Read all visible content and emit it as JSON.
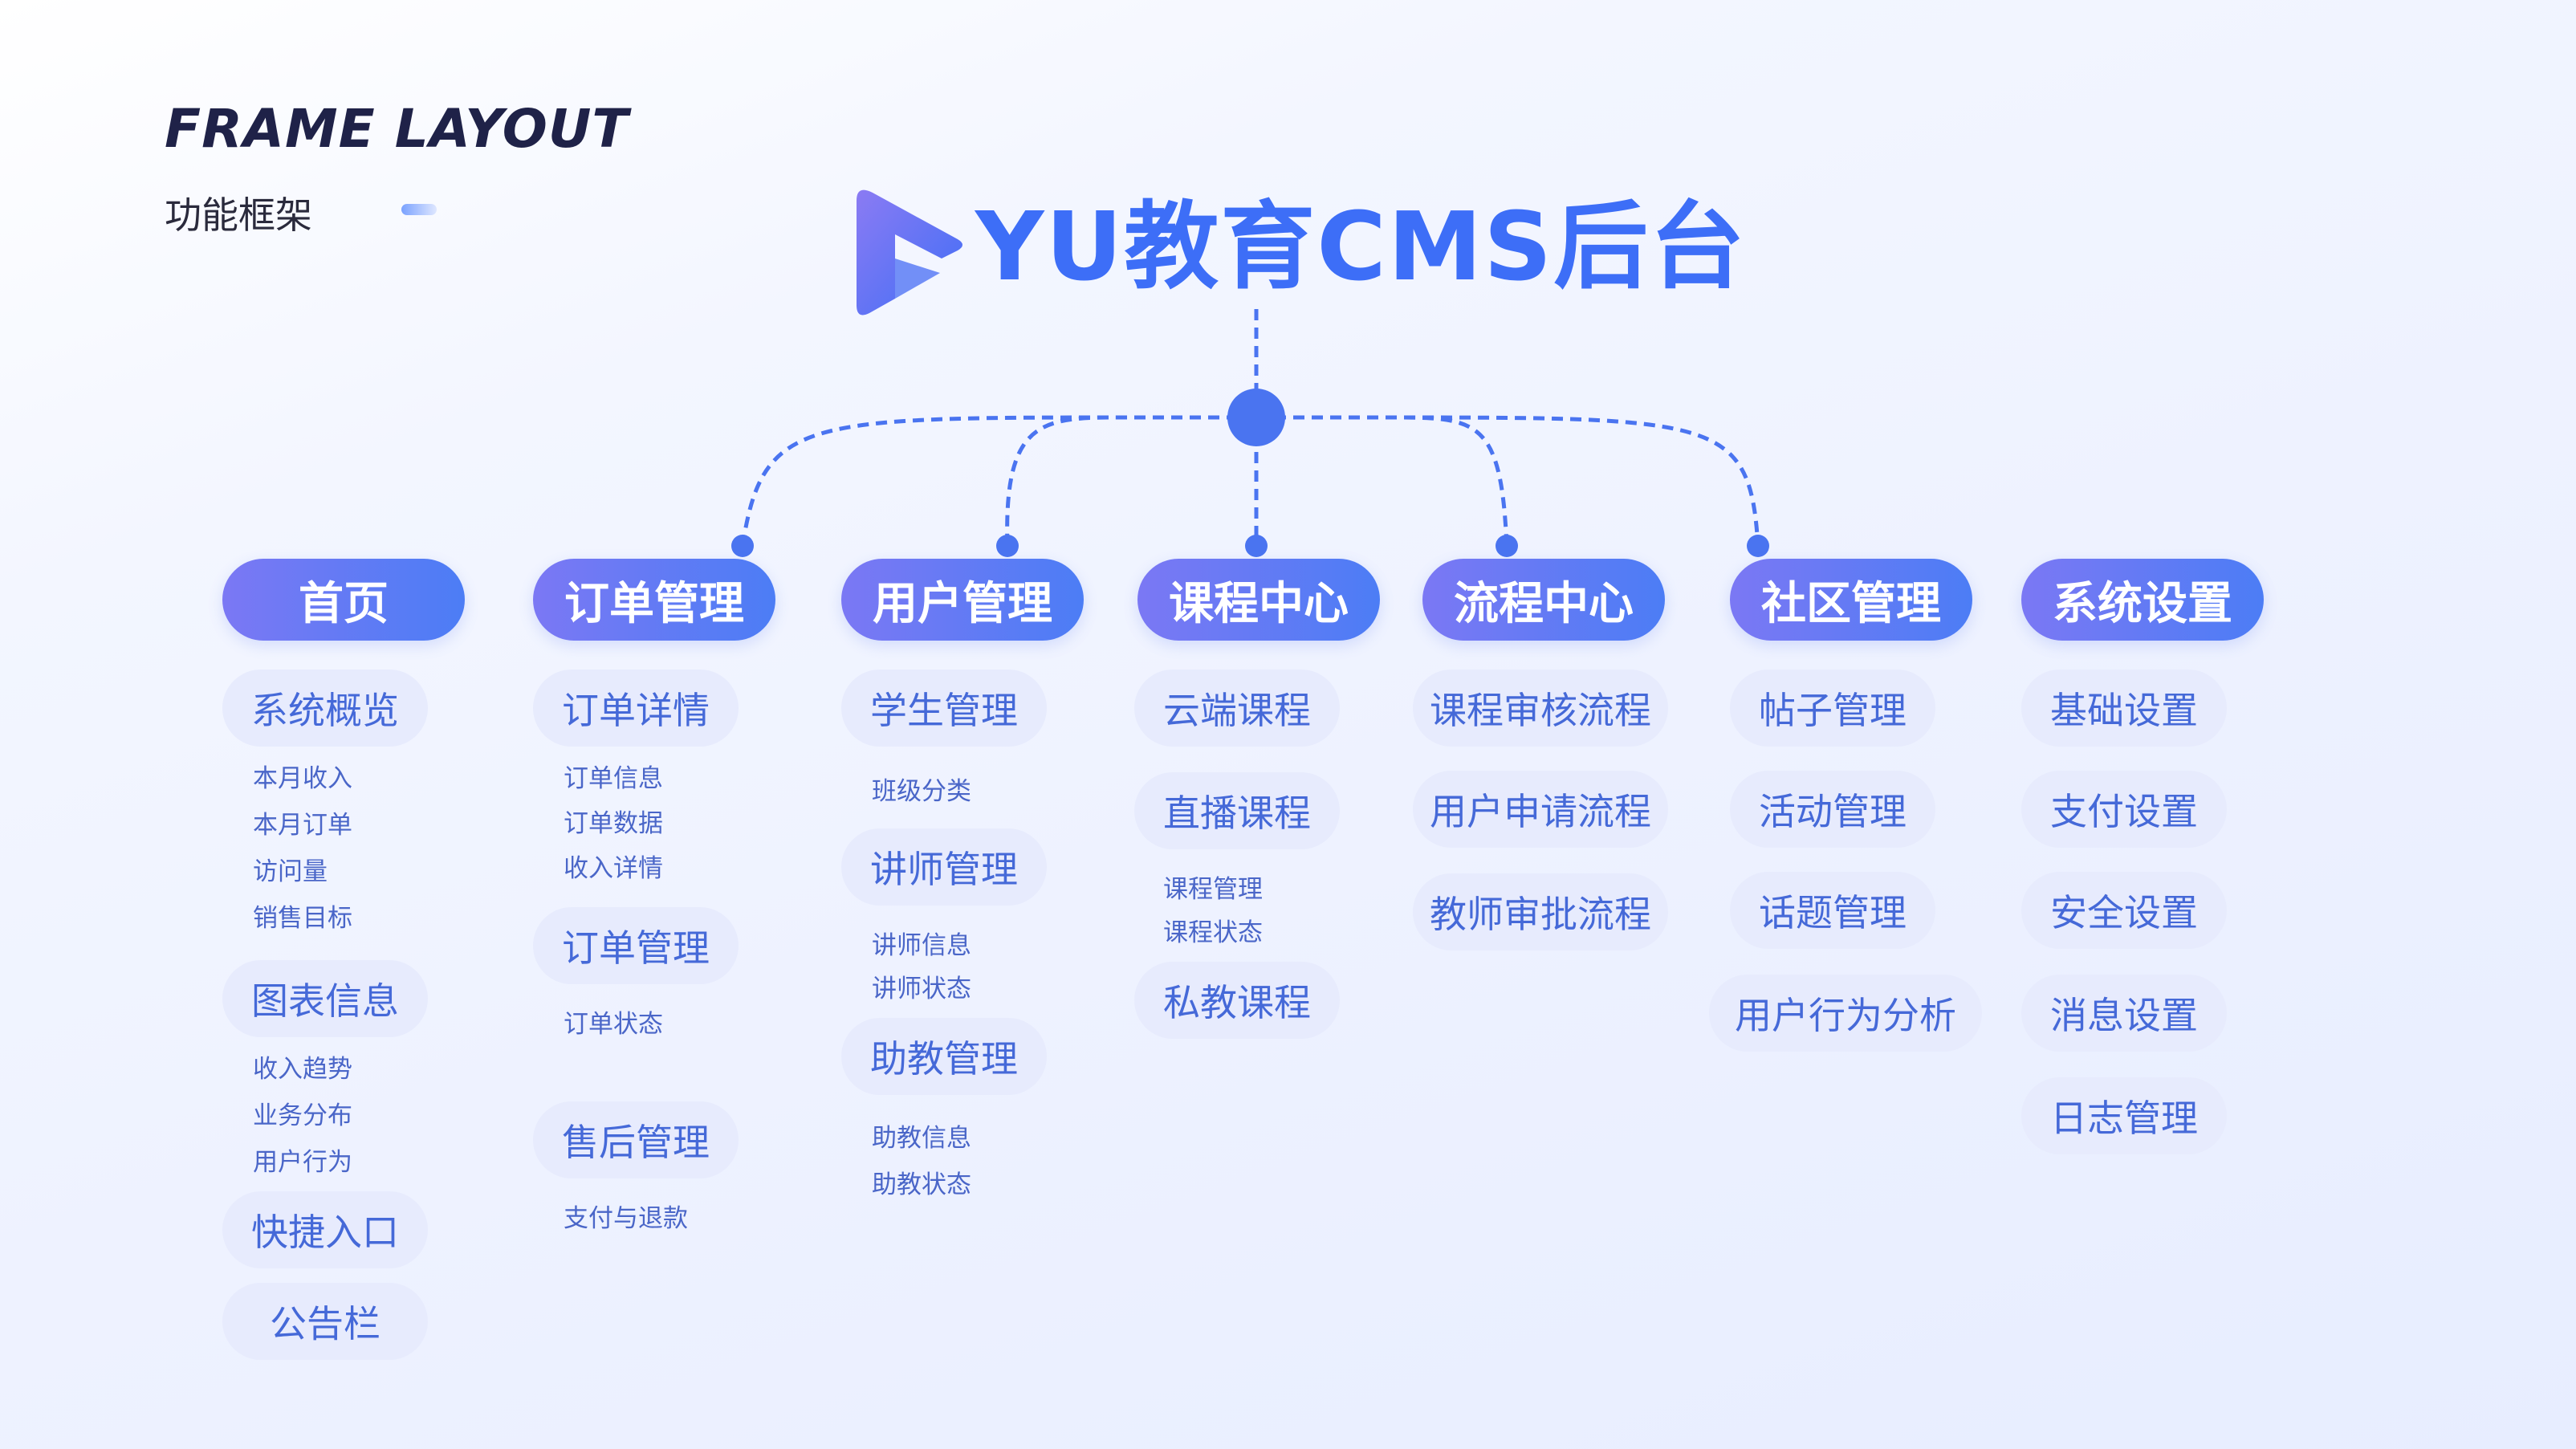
{
  "frame": {
    "title": "FRAME LAYOUT",
    "subtitle": "功能框架"
  },
  "brand": {
    "name": "YU教育CMS后台",
    "logo_icon": "play-logo-icon",
    "color": "#3d6ef7"
  },
  "colors": {
    "header_start": "#7b78f4",
    "header_end": "#4c7df5",
    "sub_bg": "#e7ebfd",
    "sub_text": "#4569d8",
    "leaf_text": "#4a66c8",
    "connector": "#4a74f0"
  },
  "modules": [
    {
      "title": "首页",
      "groups": [
        {
          "label": "系统概览",
          "items": [
            "本月收入",
            "本月订单",
            "访问量",
            "销售目标"
          ]
        },
        {
          "label": "图表信息",
          "items": [
            "收入趋势",
            "业务分布",
            "用户行为"
          ]
        },
        {
          "label": "快捷入口",
          "items": []
        },
        {
          "label": "公告栏",
          "items": []
        }
      ]
    },
    {
      "title": "订单管理",
      "groups": [
        {
          "label": "订单详情",
          "items": [
            "订单信息",
            "订单数据",
            "收入详情"
          ]
        },
        {
          "label": "订单管理",
          "items": [
            "订单状态"
          ]
        },
        {
          "label": "售后管理",
          "items": [
            "支付与退款"
          ]
        }
      ]
    },
    {
      "title": "用户管理",
      "groups": [
        {
          "label": "学生管理",
          "items": [
            "班级分类"
          ]
        },
        {
          "label": "讲师管理",
          "items": [
            "讲师信息",
            "讲师状态"
          ]
        },
        {
          "label": "助教管理",
          "items": [
            "助教信息",
            "助教状态"
          ]
        }
      ]
    },
    {
      "title": "课程中心",
      "groups": [
        {
          "label": "云端课程",
          "items": []
        },
        {
          "label": "直播课程",
          "items": [
            "课程管理",
            "课程状态"
          ]
        },
        {
          "label": "私教课程",
          "items": []
        }
      ]
    },
    {
      "title": "流程中心",
      "groups": [
        {
          "label": "课程审核流程",
          "items": []
        },
        {
          "label": "用户申请流程",
          "items": []
        },
        {
          "label": "教师审批流程",
          "items": []
        }
      ]
    },
    {
      "title": "社区管理",
      "groups": [
        {
          "label": "帖子管理",
          "items": []
        },
        {
          "label": "活动管理",
          "items": []
        },
        {
          "label": "话题管理",
          "items": []
        },
        {
          "label": "用户行为分析",
          "items": []
        }
      ]
    },
    {
      "title": "系统设置",
      "groups": [
        {
          "label": "基础设置",
          "items": []
        },
        {
          "label": "支付设置",
          "items": []
        },
        {
          "label": "安全设置",
          "items": []
        },
        {
          "label": "消息设置",
          "items": []
        },
        {
          "label": "日志管理",
          "items": []
        }
      ]
    }
  ]
}
